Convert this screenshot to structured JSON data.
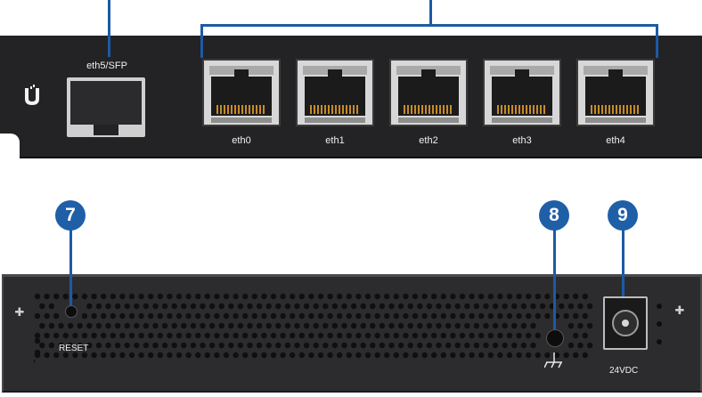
{
  "front": {
    "sfp_label": "eth5/SFP",
    "ports": [
      {
        "label": "eth0"
      },
      {
        "label": "eth1"
      },
      {
        "label": "eth2"
      },
      {
        "label": "eth3"
      },
      {
        "label": "eth4"
      }
    ]
  },
  "callouts": {
    "reset": "7",
    "ground": "8",
    "power": "9"
  },
  "rear": {
    "reset_label": "RESET",
    "power_label": "24VDC"
  },
  "colors": {
    "callout": "#1f5fa7",
    "panel": "#232325",
    "port_pins": "#c98a28"
  },
  "icons": {
    "logo": "ubiquiti-u-logo",
    "ground": "ground-symbol-icon"
  }
}
